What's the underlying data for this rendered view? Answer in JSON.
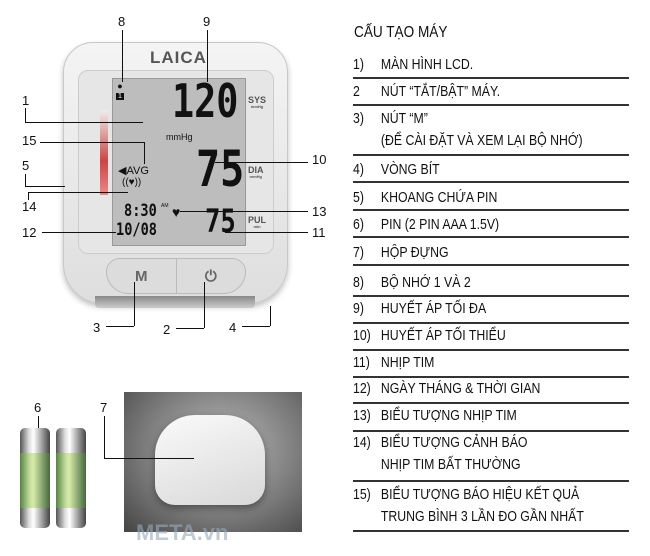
{
  "device": {
    "brand": "LAICA",
    "sys_value": "120",
    "dia_value": "75",
    "pulse_value": "75",
    "unit": "mmHg",
    "sys_label": "SYS",
    "dia_label": "DIA",
    "pul_label": "PUL",
    "sub_unit": "mmHg",
    "pul_unit": "min",
    "avg": "◀AVG",
    "time": "8:30",
    "am": "AM",
    "date": "10/08",
    "memory": "1",
    "m_button": "M",
    "power_icon": "power-icon"
  },
  "callouts": [
    "1",
    "2",
    "3",
    "4",
    "5",
    "6",
    "7",
    "8",
    "9",
    "10",
    "11",
    "12",
    "13",
    "14",
    "15"
  ],
  "watermark": "META.vn",
  "list": {
    "title": "CẤU TẠO MÁY",
    "items": [
      {
        "n": "1)",
        "t": "MÀN HÌNH LCD."
      },
      {
        "n": "2",
        "t": "NÚT “TẮT/BẬT” MÁY."
      },
      {
        "n": "3)",
        "t": "NÚT “M”",
        "t2": "(ĐỂ CÀI ĐẶT VÀ XEM LẠI BỘ NHỚ)"
      },
      {
        "n": "4)",
        "t": "VÒNG BÍT"
      },
      {
        "n": "5)",
        "t": "KHOANG CHỨA PIN"
      },
      {
        "n": "6)",
        "t": "PIN (2 PIN AAA 1.5V)"
      },
      {
        "n": "7)",
        "t": "HỘP ĐỰNG"
      },
      {
        "n": "8)",
        "t": "BỘ NHỚ 1 VÀ 2"
      },
      {
        "n": "9)",
        "t": "HUYẾT ÁP TỐI ĐA"
      },
      {
        "n": "10)",
        "t": "HUYẾT ÁP TỐI THIỂU"
      },
      {
        "n": "11)",
        "t": "NHỊP TIM"
      },
      {
        "n": "12)",
        "t": "NGÀY THÁNG & THỜI GIAN"
      },
      {
        "n": "13)",
        "t": "BIỂU TƯỢNG NHỊP TIM"
      },
      {
        "n": "14)",
        "t": "BIỂU TƯỢNG CẢNH BÁO",
        "t2": "NHỊP TIM BẤT THƯỜNG"
      },
      {
        "n": "15)",
        "t": "BIỂU TƯỢNG BÁO HIỆU KẾT QUẢ",
        "t2": "TRUNG BÌNH 3 LẦN ĐO GẦN NHẤT"
      }
    ]
  }
}
